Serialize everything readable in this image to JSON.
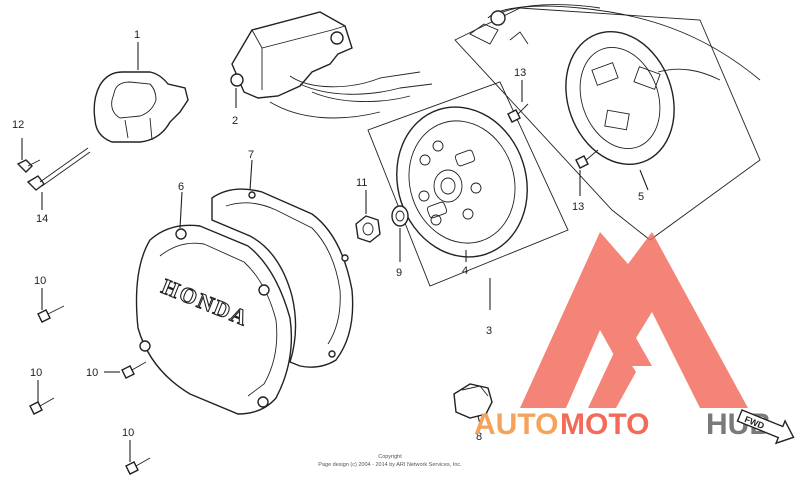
{
  "diagram": {
    "callouts": [
      {
        "id": "1",
        "label": "1"
      },
      {
        "id": "2",
        "label": "2"
      },
      {
        "id": "3",
        "label": "3"
      },
      {
        "id": "4",
        "label": "4"
      },
      {
        "id": "5",
        "label": "5"
      },
      {
        "id": "6",
        "label": "6"
      },
      {
        "id": "7",
        "label": "7"
      },
      {
        "id": "8",
        "label": "8"
      },
      {
        "id": "9",
        "label": "9"
      },
      {
        "id": "10a",
        "label": "10"
      },
      {
        "id": "10b",
        "label": "10"
      },
      {
        "id": "10c",
        "label": "10"
      },
      {
        "id": "10d",
        "label": "10"
      },
      {
        "id": "11",
        "label": "11"
      },
      {
        "id": "12",
        "label": "12"
      },
      {
        "id": "13a",
        "label": "13"
      },
      {
        "id": "13b",
        "label": "13"
      },
      {
        "id": "14",
        "label": "14"
      }
    ],
    "cover_brand": "HONDA",
    "direction_label": "FWD",
    "copyright_line1": "Copyright",
    "copyright_line2": "Page design (c) 2004 - 2014 by ARI Network Services, Inc."
  },
  "watermark": {
    "part1": "AUTO",
    "part2": "MOTO",
    "part3": "HUB",
    "color_red": "#f26a5a",
    "color_orange": "#f5a25a",
    "color_gray": "#7a7a7a"
  }
}
